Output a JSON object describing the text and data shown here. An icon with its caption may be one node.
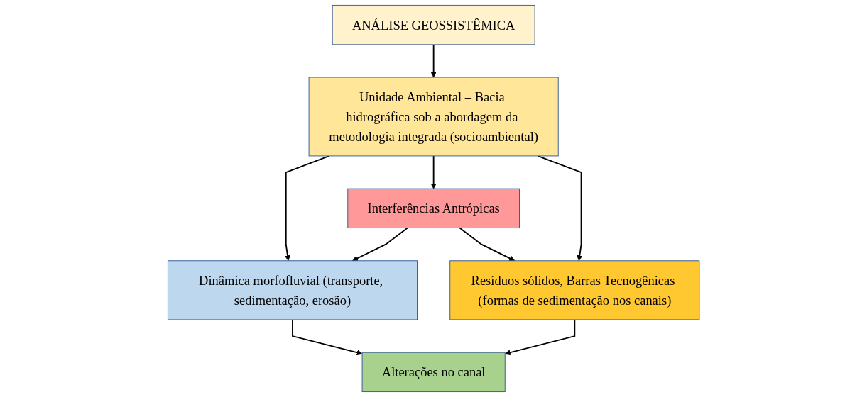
{
  "diagram": {
    "nodes": [
      {
        "text": [
          "ANÁLISE GEOSSISTÊMICA"
        ]
      },
      {
        "text": [
          "Unidade Ambiental – Bacia hidrográfica sob a abordagem da metodologia integrada (socioambiental)"
        ]
      },
      {
        "text": [
          "Dinâmica morfofluvial (transporte, sedimentação, erosão)"
        ]
      },
      {
        "text": [
          "Interferências Antrópicas"
        ]
      },
      {
        "text": [
          "Resíduos sólidos, Barras Tecnogênicas (formas de sedimentação nos canais)"
        ]
      },
      {
        "text": [
          "Alterações no canal"
        ]
      }
    ],
    "edges": [
      {
        "from": 0,
        "to": 1,
        "arrow": "to"
      },
      {
        "from": 1,
        "to": 2,
        "arrow": "to"
      },
      {
        "from": 1,
        "to": 3,
        "arrow": "to"
      },
      {
        "from": 1,
        "to": 4,
        "arrow": "to"
      },
      {
        "from": 3,
        "to": 2,
        "arrow": "to"
      },
      {
        "from": 3,
        "to": 4,
        "arrow": "to"
      },
      {
        "from": 2,
        "to": 5,
        "arrow": "to"
      },
      {
        "from": 4,
        "to": 5,
        "arrow": "to"
      }
    ]
  }
}
